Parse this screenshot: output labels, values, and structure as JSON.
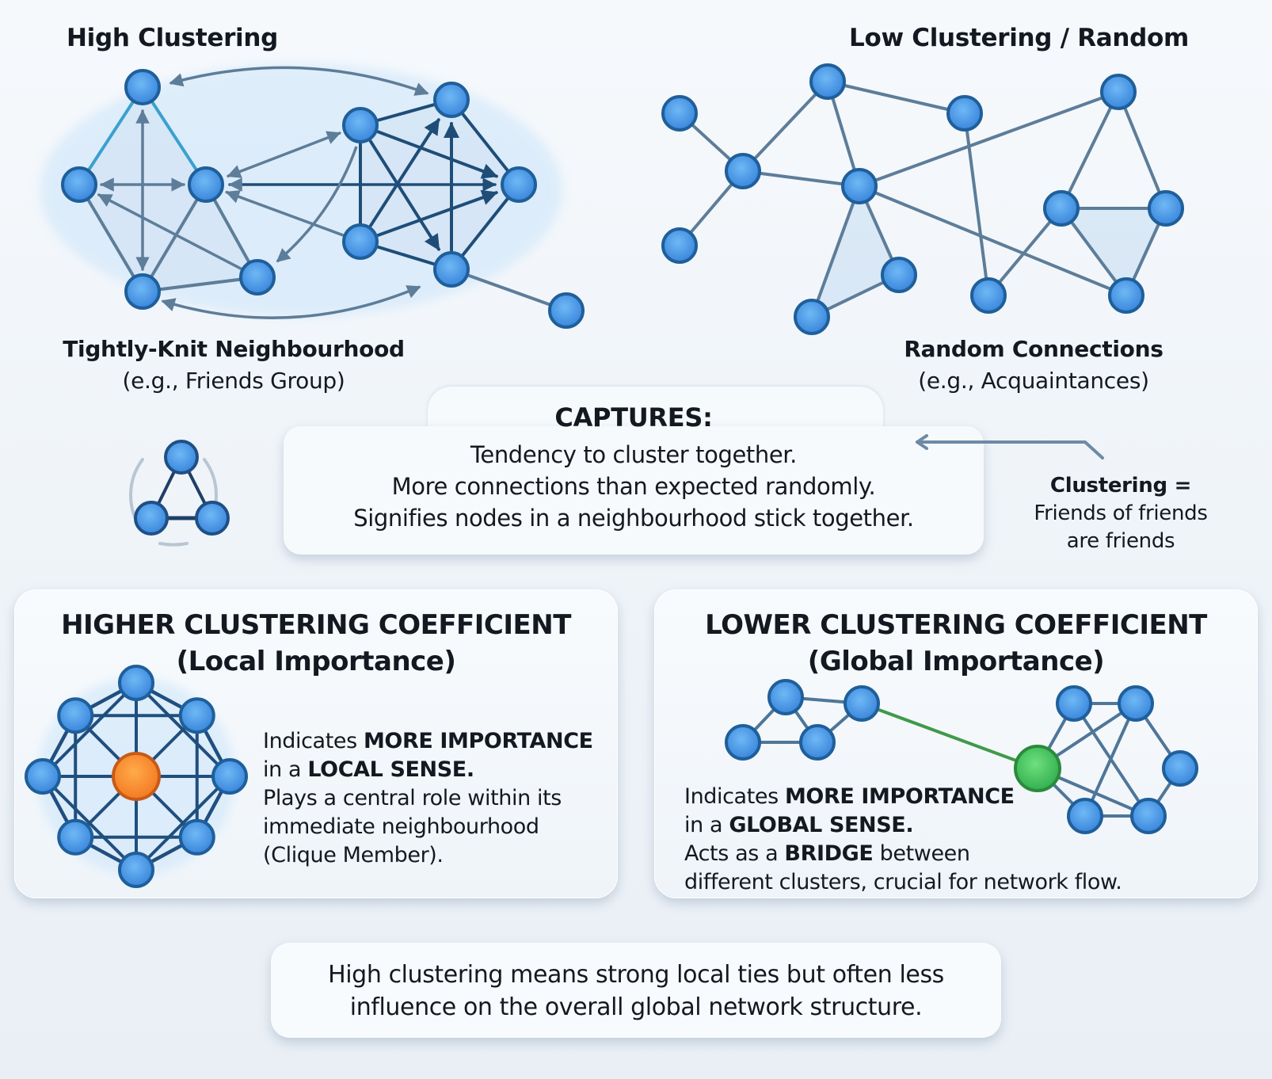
{
  "top_left": {
    "title": "High Clustering",
    "caption_main": "Tightly-Knit Neighbourhood",
    "caption_sub": "(e.g., Friends Group)"
  },
  "top_right": {
    "title": "Low Clustering / Random",
    "caption_main": "Random Connections",
    "caption_sub": "(e.g., Acquaintances)"
  },
  "captures": {
    "title": "CAPTURES:",
    "lines": [
      "Tendency to cluster together.",
      "More connections than expected randomly.",
      "Signifies nodes in a neighbourhood stick together."
    ]
  },
  "side_note": {
    "bold": "Clustering =",
    "line1": "Friends of friends",
    "line2": "are friends"
  },
  "higher_card": {
    "title_line1": "HIGHER CLUSTERING COEFFICIENT",
    "title_line2": "(Local Importance)",
    "body": [
      {
        "normal": "Indicates ",
        "bold": "MORE IMPORTANCE"
      },
      {
        "normal": "in a ",
        "bold": "LOCAL SENSE."
      },
      {
        "normal": "Plays a central role within its",
        "bold": ""
      },
      {
        "normal": "immediate neighbourhood",
        "bold": ""
      },
      {
        "normal": "(Clique Member).",
        "bold": ""
      }
    ]
  },
  "lower_card": {
    "title_line1": "LOWER CLUSTERING COEFFICIENT",
    "title_line2": "(Global Importance)",
    "body": [
      {
        "normal": "Indicates ",
        "bold": "MORE IMPORTANCE",
        "after": ""
      },
      {
        "normal": "in a ",
        "bold": "GLOBAL SENSE.",
        "after": ""
      },
      {
        "normal": "Acts as a ",
        "bold": "BRIDGE",
        "after": " between"
      },
      {
        "normal": "different clusters, crucial for network flow.",
        "bold": "",
        "after": ""
      }
    ]
  },
  "footer": {
    "line1": "High clustering means strong local ties but often less",
    "line2": "influence on the overall global network structure."
  },
  "colors": {
    "node_fill": "#4a9ae8",
    "node_stroke": "#1f5f9a",
    "edge": "#5d7d99",
    "edge_dark": "#1f4d78",
    "central_node": "#f7943a",
    "bridge_node": "#4cc462",
    "bridge_edge": "#3f9a4a"
  }
}
